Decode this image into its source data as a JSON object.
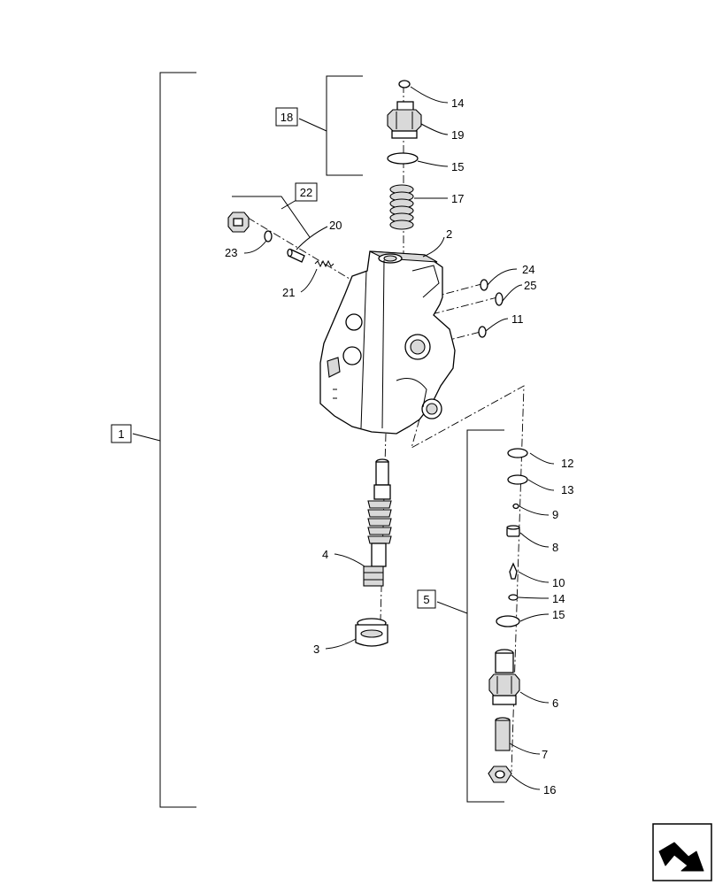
{
  "callouts": {
    "c1": "1",
    "c2": "2",
    "c3": "3",
    "c4": "4",
    "c5": "5",
    "c6": "6",
    "c7": "7",
    "c8": "8",
    "c9": "9",
    "c10": "10",
    "c11": "11",
    "c12": "12",
    "c13": "13",
    "c14a": "14",
    "c14b": "14",
    "c15a": "15",
    "c15b": "15",
    "c16": "16",
    "c17": "17",
    "c18": "18",
    "c19": "19",
    "c20": "20",
    "c21": "21",
    "c22": "22",
    "c23": "23",
    "c24": "24",
    "c25": "25"
  },
  "nav": {
    "icon": "next-page-arrow-icon"
  }
}
